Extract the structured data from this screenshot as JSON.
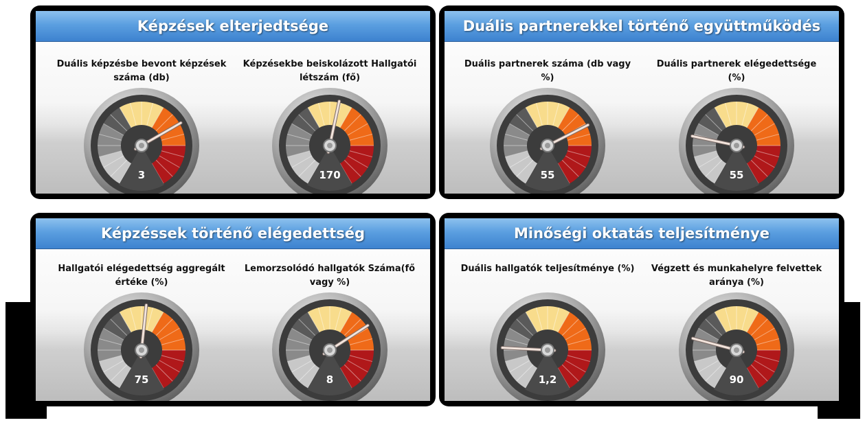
{
  "panels": [
    {
      "title": "Képzések elterjedtsége",
      "gauges": [
        {
          "label": "Duális képzésbe bevont képzések száma (db)",
          "value": "3",
          "needle_percent": 70
        },
        {
          "label": "Képzésekbe beiskolázott Hallgatói létszám (fő)",
          "value": "170",
          "needle_percent": 54
        }
      ]
    },
    {
      "title": "Duális partnerekkel történő együttműködés",
      "gauges": [
        {
          "label": "Duális partnerek száma (db vagy %)",
          "value": "55",
          "needle_percent": 71
        },
        {
          "label": "Duális partnerek elégedettsége (%)",
          "value": "55",
          "needle_percent": 24
        }
      ]
    },
    {
      "title": "Képzéssek történő elégedettség",
      "gauges": [
        {
          "label": "Hallgatói elégedettség aggregált értéke (%)",
          "value": "75",
          "needle_percent": 52
        },
        {
          "label": "Lemorzsolódó hallgatók Száma(fő vagy %)",
          "value": "8",
          "needle_percent": 69
        }
      ]
    },
    {
      "title": "Minőségi oktatás teljesítménye",
      "gauges": [
        {
          "label": "Duális hallgatók teljesítménye (%)",
          "value": "1,2",
          "needle_percent": 21
        },
        {
          "label": "Végzett és munkahelyre felvettek aránya (%)",
          "value": "90",
          "needle_percent": 25
        }
      ]
    }
  ],
  "colors": {
    "title_bar": "#4a8fd8",
    "zone_gray_1": "#5a5a5a",
    "zone_gray_2": "#8a8a8a",
    "zone_gray_3": "#c8c8c8",
    "zone_yellow": "#f8dc8c",
    "zone_orange": "#ef6a18",
    "zone_red": "#b0181a",
    "needle": "#f2e4dc"
  }
}
